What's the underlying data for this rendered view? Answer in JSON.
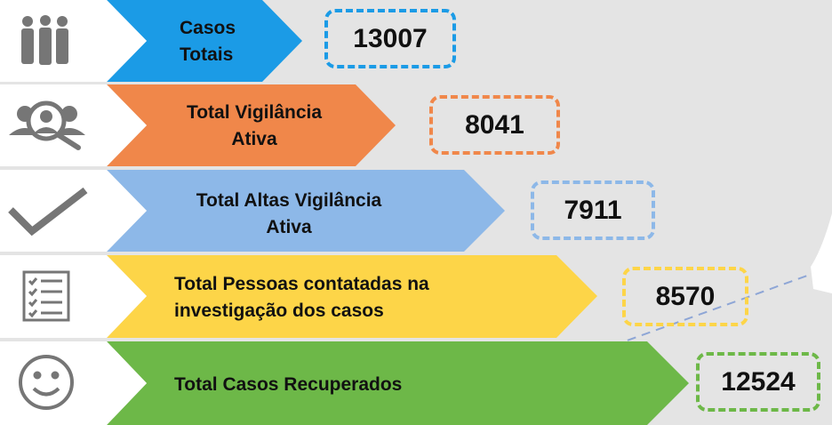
{
  "colors": {
    "casos_totais": "#1b9be6",
    "vigilancia": "#f0874a",
    "altas": "#8db8e8",
    "contatadas": "#fdd548",
    "recuperados": "#6db848"
  },
  "rows": [
    {
      "label_line1": "Casos",
      "label_line2": "Totais",
      "value": "13007",
      "icon": "people-group-icon"
    },
    {
      "label_line1": "Total Vigilância",
      "label_line2": "Ativa",
      "value": "8041",
      "icon": "people-search-icon"
    },
    {
      "label_line1": "Total Altas Vigilância",
      "label_line2": "Ativa",
      "value": "7911",
      "icon": "checkmark-icon"
    },
    {
      "label_line1": "Total Pessoas contatadas na",
      "label_line2": "investigação dos casos",
      "value": "8570",
      "icon": "checklist-icon"
    },
    {
      "label_line1": "Total Casos Recuperados",
      "value": "12524",
      "icon": "smiley-icon"
    }
  ]
}
